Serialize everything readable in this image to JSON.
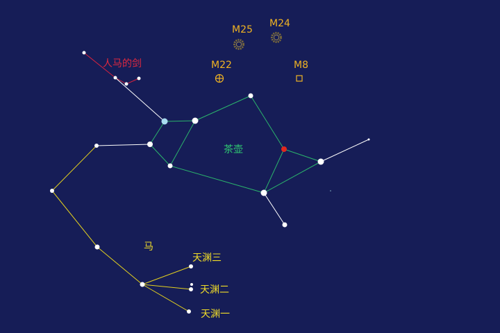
{
  "labels": {
    "sword": "人马的剑",
    "teapot": "茶壶",
    "horse": "马",
    "tianyuan3": "天渊三",
    "tianyuan2": "天渊二",
    "tianyuan1": "天渊一"
  },
  "objects": {
    "m25": "M25",
    "m24": "M24",
    "m22": "M22",
    "m8": "M8"
  },
  "object_icons": {
    "m25": "galaxy-ring-icon",
    "m24": "galaxy-ring-icon",
    "m22": "globular-cluster-icon",
    "m8": "nebula-square-icon"
  },
  "colors": {
    "background": "#161d57",
    "sword_line": "#d4223f",
    "sword_label": "#e0283f",
    "teapot_line": "#2bb56c",
    "teapot_label": "#2fc872",
    "horse_line": "#e5d21e",
    "horse_label": "#f0dc28",
    "white_line": "#ffffff",
    "object_label": "#f0b323",
    "star": "#ffffff",
    "highlight_blue": "#a8dcf0",
    "highlight_red": "#e0281e"
  }
}
